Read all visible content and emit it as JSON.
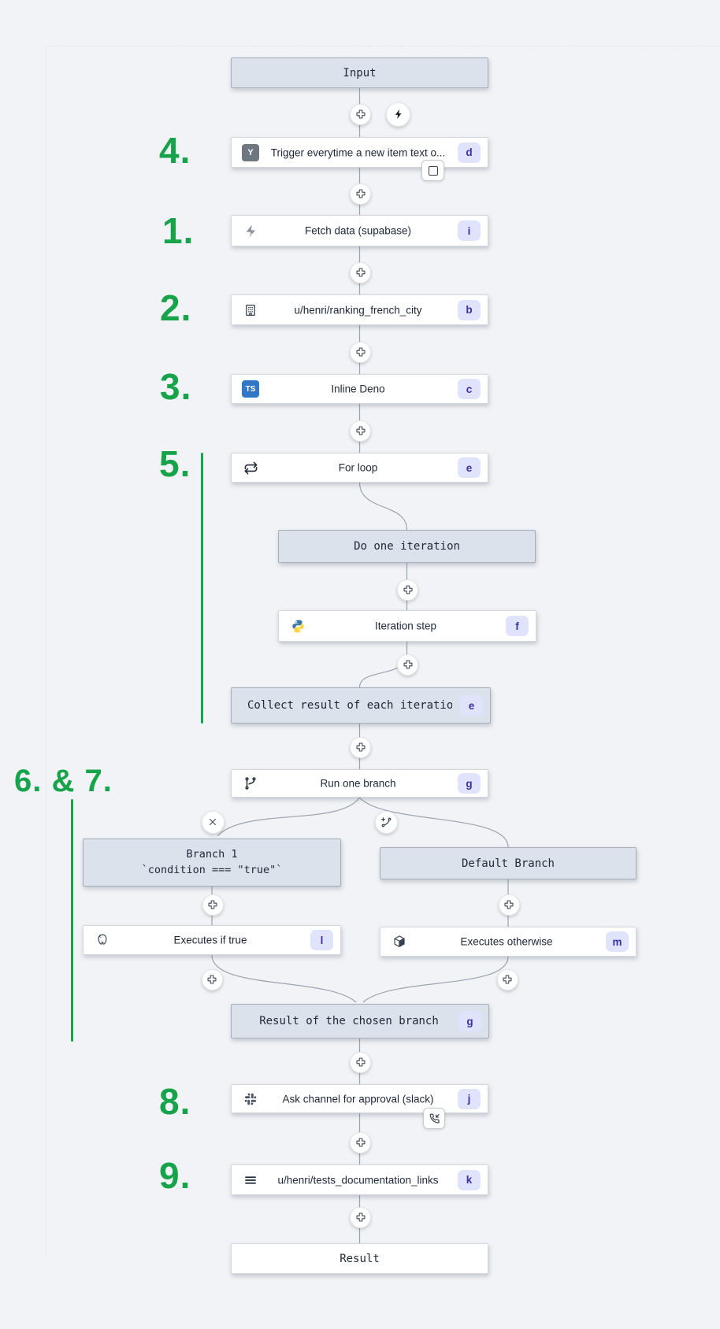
{
  "colors": {
    "background": "#f1f3f6",
    "accent_green": "#16a34a",
    "badge_bg": "#e0e3fc",
    "badge_text": "#3731a3",
    "container_box_bg": "#dce2eb",
    "connector": "#9ca3af"
  },
  "annotations": [
    {
      "id": "step4",
      "text": "4."
    },
    {
      "id": "step1",
      "text": "1."
    },
    {
      "id": "step2",
      "text": "2."
    },
    {
      "id": "step3",
      "text": "3."
    },
    {
      "id": "step5",
      "text": "5."
    },
    {
      "id": "step6_7",
      "text": "6. & 7."
    },
    {
      "id": "step8",
      "text": "8."
    },
    {
      "id": "step9",
      "text": "9."
    }
  ],
  "nodes": {
    "input": {
      "label": "Input"
    },
    "trigger": {
      "label": "Trigger everytime a new item text o...",
      "badge": "d",
      "icon": "hackernews-icon",
      "icon_text": "Y"
    },
    "fetch_data": {
      "label": "Fetch data (supabase)",
      "badge": "i",
      "icon": "supabase-bolt-icon"
    },
    "ranking": {
      "label": "u/henri/ranking_french_city",
      "badge": "b",
      "icon": "building-icon"
    },
    "inline_deno": {
      "label": "Inline Deno",
      "badge": "c",
      "icon": "typescript-icon",
      "icon_text": "TS"
    },
    "for_loop": {
      "label": "For loop",
      "badge": "e",
      "icon": "loop-icon"
    },
    "do_one_iteration": {
      "label": "Do one iteration"
    },
    "iteration_step": {
      "label": "Iteration step",
      "badge": "f",
      "icon": "python-icon"
    },
    "collect": {
      "label": "Collect result of each iteration",
      "badge": "e"
    },
    "run_one_branch": {
      "label": "Run one branch",
      "badge": "g",
      "icon": "branch-icon"
    },
    "branch1": {
      "label_line1": "Branch 1",
      "label_line2": "`condition === \"true\"`"
    },
    "default_branch": {
      "label": "Default Branch"
    },
    "executes_if_true": {
      "label": "Executes if true",
      "badge": "l",
      "icon": "postgresql-icon"
    },
    "executes_otherwise": {
      "label": "Executes otherwise",
      "badge": "m",
      "icon": "cube-icon"
    },
    "result_chosen": {
      "label": "Result of the chosen branch",
      "badge": "g"
    },
    "ask_approval": {
      "label": "Ask channel for approval (slack)",
      "badge": "j",
      "icon": "slack-icon"
    },
    "tests_links": {
      "label": "u/henri/tests_documentation_links",
      "badge": "k",
      "icon": "menu-icon"
    },
    "result": {
      "label": "Result"
    }
  },
  "buttons": {
    "add_step": "plus-icon",
    "trigger_toggle": "lightning-icon",
    "remove_branch": "x-icon",
    "add_branch": "add-branch-icon",
    "early_stop": "square-icon",
    "suspend_approval": "phone-incoming-icon"
  }
}
